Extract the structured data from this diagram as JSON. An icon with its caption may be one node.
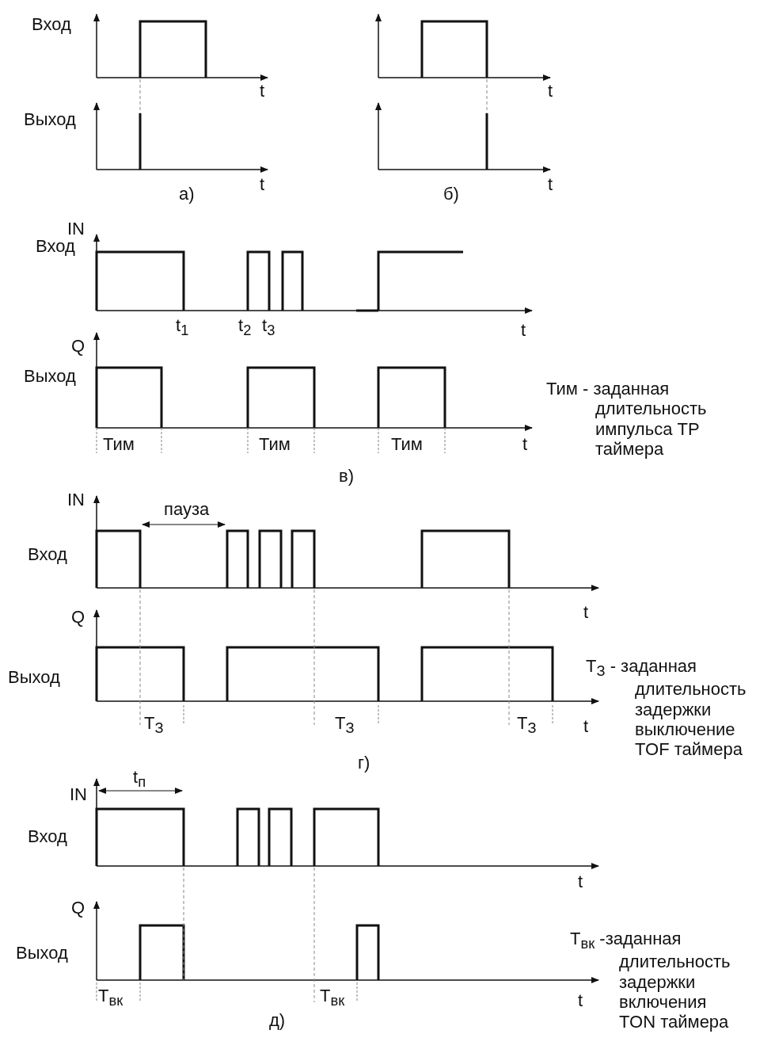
{
  "diagram": {
    "labels": [
      "Вход",
      "t",
      "t",
      "Выход",
      "t",
      "t",
      "а)",
      "б)",
      "IN",
      "Вход",
      "t$_{1}$",
      "t$_{2}$",
      "t$_{3}$",
      "t",
      "Q",
      "Выход",
      "Тим - заданная длительность импульса TP таймера",
      "Тим",
      "Тим",
      "Тим",
      "t",
      "в)",
      "IN",
      "пауза",
      "Вход",
      "t",
      "Q",
      "Выход",
      "Т$_{З}$ - заданная длительность задержки выключение TOF таймера",
      "Т$_{З}$",
      "Т$_{З}$",
      "Т$_{З}$",
      "t",
      "г)",
      "t$_{п}$",
      "IN",
      "Вход",
      "t",
      "Q",
      "Выход",
      "Т$_{вк}$ -заданная длительность задержки включения TON таймера",
      "Т$_{вк}$",
      "Т$_{вк}$",
      "t",
      "д)"
    ]
  }
}
